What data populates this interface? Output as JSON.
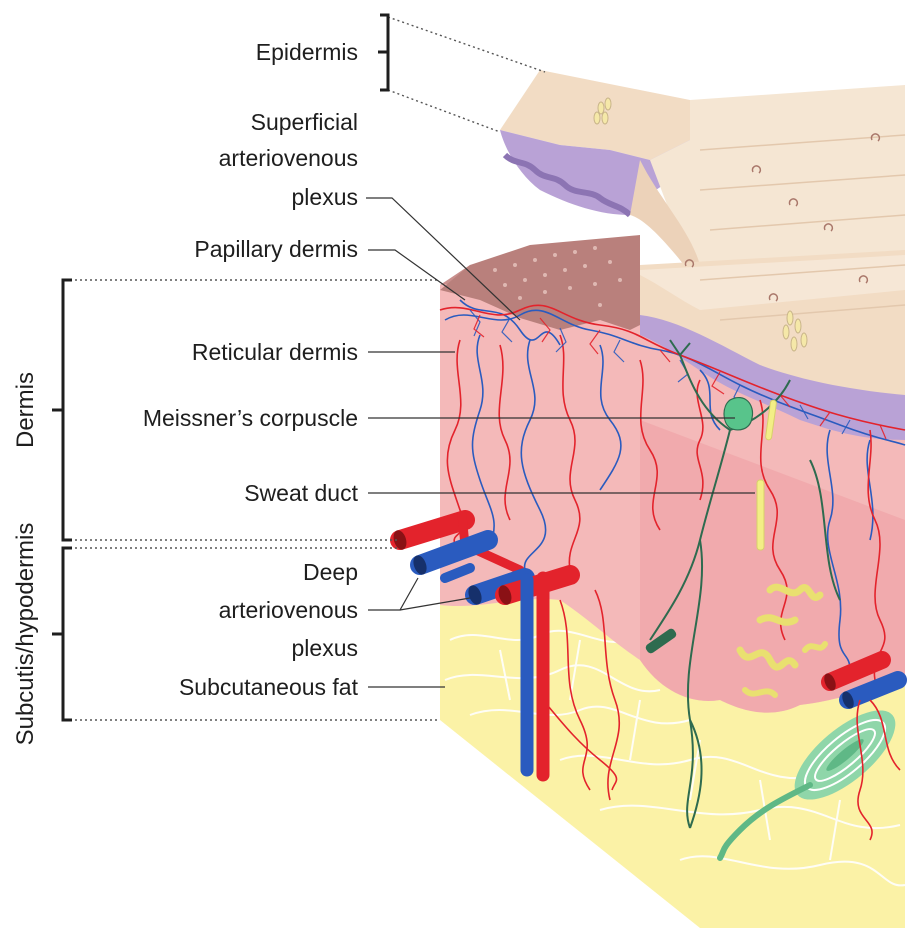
{
  "labels": {
    "epidermis": "Epidermis",
    "superficial_plexus": [
      "Superficial",
      "arteriovenous",
      "plexus"
    ],
    "papillary_dermis": "Papillary dermis",
    "reticular_dermis": "Reticular dermis",
    "meissners_corpuscle": "Meissner’s corpuscle",
    "sweat_duct": "Sweat duct",
    "deep_plexus": [
      "Deep",
      "arteriovenous",
      "plexus"
    ],
    "subcutaneous_fat": "Subcutaneous fat",
    "dermis_side": "Dermis",
    "subcutis_side": "Subcutis/hypodermis"
  },
  "colors": {
    "artery": "#e3232c",
    "vein": "#2a5bbf",
    "nerve": "#2e6b4f",
    "dermis": "#f4b9b9",
    "fat": "#fbf2a6",
    "epidermis_surface": "#f2dcc4",
    "basal_layer": "#b9a2d6",
    "sweat_gland": "#f3ee86",
    "pacinian": "#8fd6a9"
  }
}
